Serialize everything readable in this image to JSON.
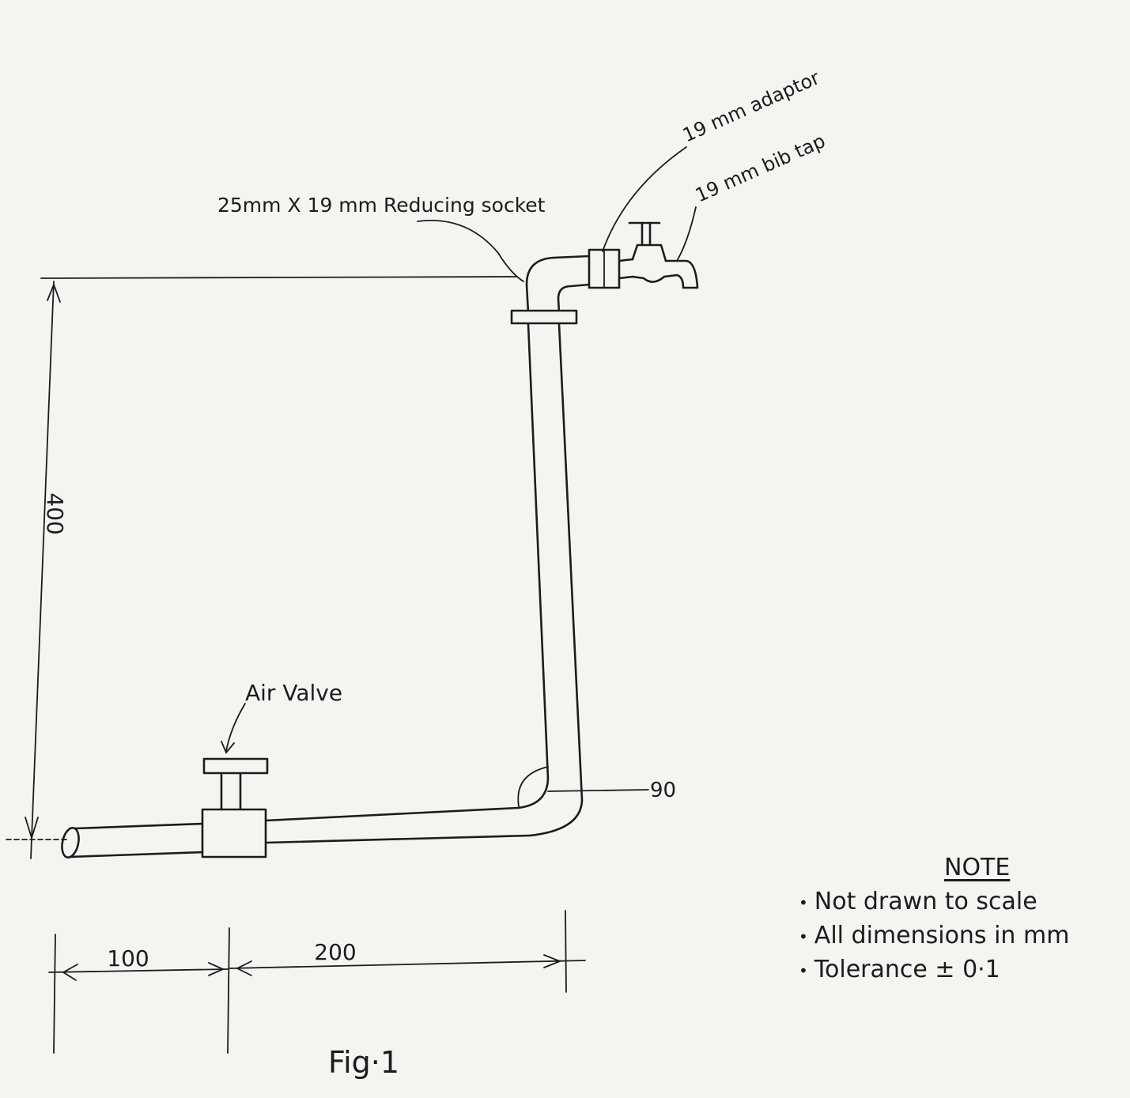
{
  "labels": {
    "reducing_socket": "25mm X 19 mm Reducing socket",
    "adaptor": "19 mm adaptor",
    "bib_tap": "19 mm bib tap",
    "air_valve": "Air Valve",
    "angle": "90"
  },
  "dimensions": {
    "height": "400",
    "left_run": "100",
    "right_run": "200"
  },
  "note": {
    "title": "NOTE",
    "items": [
      "Not drawn to scale",
      "All dimensions in mm",
      "Tolerance ± 0·1"
    ]
  },
  "figure_caption": "Fig·1"
}
